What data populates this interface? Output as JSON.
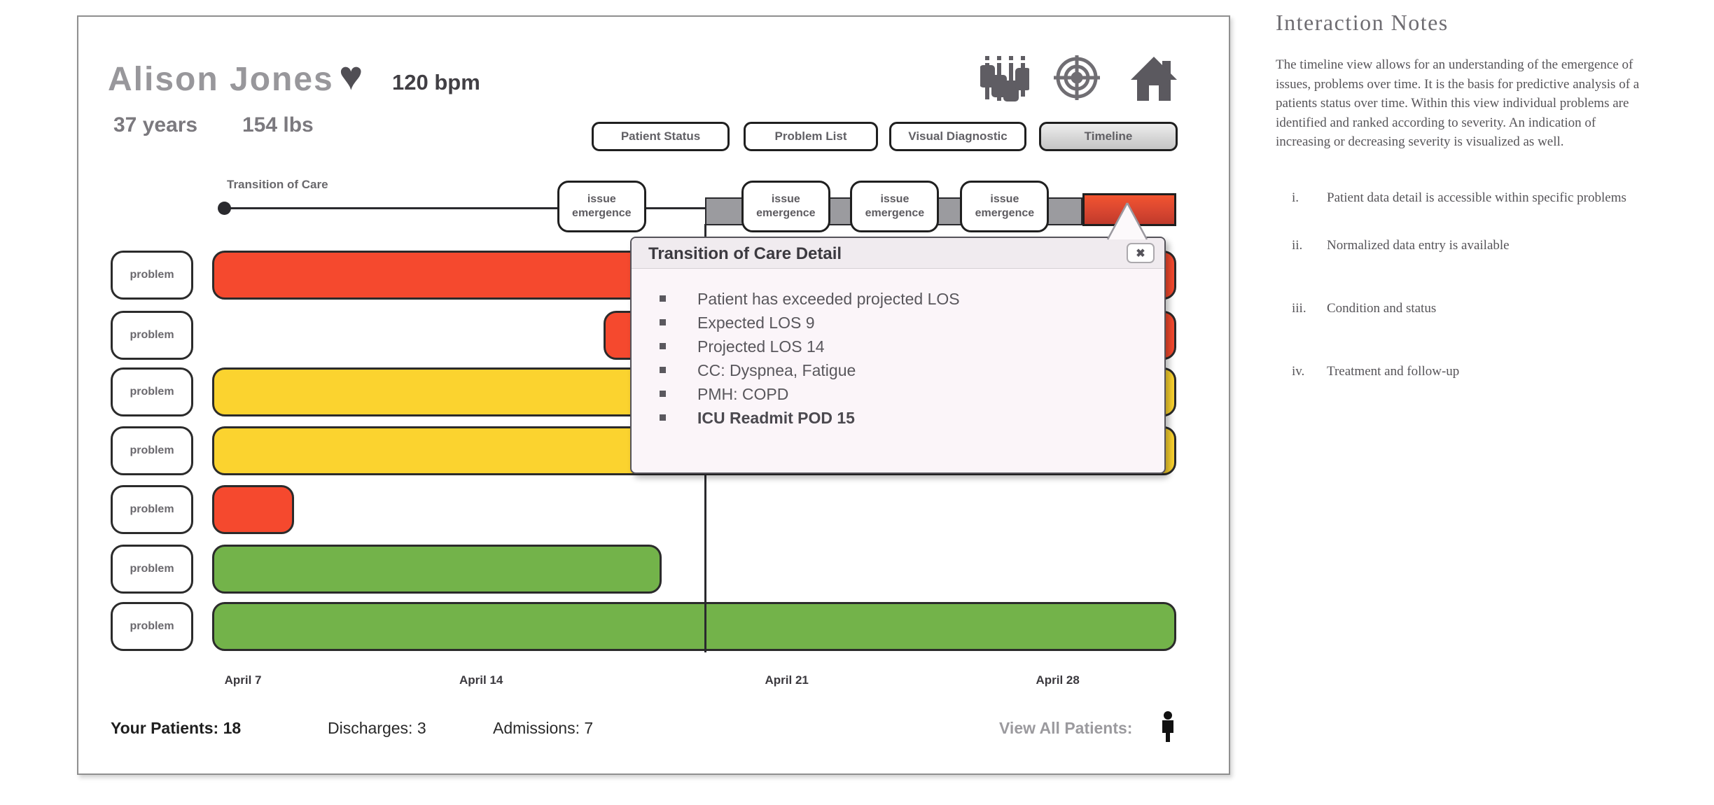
{
  "patient": {
    "name": "Alison Jones",
    "heart_rate": "120 bpm",
    "age": "37 years",
    "weight": "154 lbs"
  },
  "icons": {
    "heart": "♥",
    "mixer": "mixer-sliders",
    "target": "target-crosshair",
    "home": "home",
    "person": "person-silhouette",
    "close": "✖"
  },
  "tabs": [
    {
      "label": "Patient Status",
      "active": false
    },
    {
      "label": "Problem List",
      "active": false
    },
    {
      "label": "Visual Diagnostic",
      "active": false
    },
    {
      "label": "Timeline",
      "active": true
    }
  ],
  "timeline": {
    "label": "Transition of Care",
    "issue_button_label": "issue emergence"
  },
  "popup": {
    "title": "Transition of Care Detail",
    "close_glyph": "✖",
    "items": [
      {
        "text": "Patient has exceeded projected LOS",
        "bold": false
      },
      {
        "text": "Expected LOS 9",
        "bold": false
      },
      {
        "text": "Projected LOS 14",
        "bold": false
      },
      {
        "text": "CC: Dyspnea, Fatigue",
        "bold": false
      },
      {
        "text": "PMH: COPD",
        "bold": false
      },
      {
        "text": "ICU Readmit POD 15",
        "bold": true
      }
    ]
  },
  "chart_data": {
    "type": "timeline-gantt",
    "title": "Patient problem timeline",
    "x_ticks": [
      {
        "label": "April 7",
        "frac": 0.032
      },
      {
        "label": "April 14",
        "frac": 0.279
      },
      {
        "label": "April 21",
        "frac": 0.596
      },
      {
        "label": "April 28",
        "frac": 0.877
      }
    ],
    "colors": {
      "red": "#f5492e",
      "yellow": "#fbd32f",
      "green": "#73b34a"
    },
    "rows": [
      {
        "label": "problem",
        "severity": "red",
        "start_frac": 0.0,
        "end_frac": 1.0,
        "approx_range": "Apr 6 - Apr 30"
      },
      {
        "label": "problem",
        "severity": "red",
        "start_frac": 0.406,
        "end_frac": 1.0,
        "approx_range": "Apr 17 - Apr 30"
      },
      {
        "label": "problem",
        "severity": "yellow",
        "start_frac": 0.0,
        "end_frac": 1.0,
        "approx_range": "Apr 6 - Apr 30"
      },
      {
        "label": "problem",
        "severity": "yellow",
        "start_frac": 0.0,
        "end_frac": 1.0,
        "approx_range": "Apr 6 - Apr 30"
      },
      {
        "label": "problem",
        "severity": "red",
        "start_frac": 0.0,
        "end_frac": 0.085,
        "approx_range": "Apr 6 - Apr 9"
      },
      {
        "label": "problem",
        "severity": "green",
        "start_frac": 0.0,
        "end_frac": 0.466,
        "approx_range": "Apr 6 - Apr 19"
      },
      {
        "label": "problem",
        "severity": "green",
        "start_frac": 0.0,
        "end_frac": 1.0,
        "approx_range": "Apr 6 - Apr 30"
      }
    ],
    "issue_emergence_fracs": [
      0.404,
      0.595,
      0.708,
      0.822
    ],
    "gray_span": {
      "start_frac": 0.511,
      "end_frac": 0.903
    },
    "red_span": {
      "start_frac": 0.903,
      "end_frac": 1.0
    }
  },
  "footer": {
    "patients": "Your Patients: 18",
    "discharges": "Discharges: 3",
    "admissions": "Admissions: 7",
    "view_all": "View All Patients:"
  },
  "notes": {
    "title": "Interaction Notes",
    "body": "The timeline view allows for an understanding of the emergence of issues, problems over time. It is the basis for predictive analysis of a patients status over time. Within this view individual problems are identified and ranked according to severity. An indication of increasing or decreasing severity is visualized as well.",
    "items": [
      {
        "numeral": "i.",
        "text": "Patient data detail is accessible within specific problems"
      },
      {
        "numeral": "ii.",
        "text": "Normalized data entry is available"
      },
      {
        "numeral": "iii.",
        "text": "Condition and status"
      },
      {
        "numeral": "iv.",
        "text": "Treatment and follow-up"
      }
    ]
  }
}
